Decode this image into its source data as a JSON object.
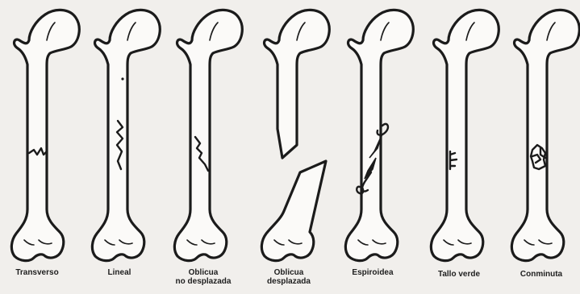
{
  "diagram": {
    "fractures": [
      {
        "id": "transverso",
        "label_lines": [
          "Transverso"
        ]
      },
      {
        "id": "lineal",
        "label_lines": [
          "Lineal"
        ]
      },
      {
        "id": "oblicua-no-desplazada",
        "label_lines": [
          "Oblicua",
          "no desplazada"
        ]
      },
      {
        "id": "oblicua-desplazada",
        "label_lines": [
          "Oblicua",
          "desplazada"
        ]
      },
      {
        "id": "espiroidea",
        "label_lines": [
          "Espiroidea"
        ]
      },
      {
        "id": "tallo-verde",
        "label_lines": [
          "Tallo verde"
        ]
      },
      {
        "id": "conminuta",
        "label_lines": [
          "Conminuta"
        ]
      }
    ],
    "colors": {
      "ink": "#1b1b1b",
      "bone": "#fbfaf8",
      "background": "#f1efec"
    }
  }
}
